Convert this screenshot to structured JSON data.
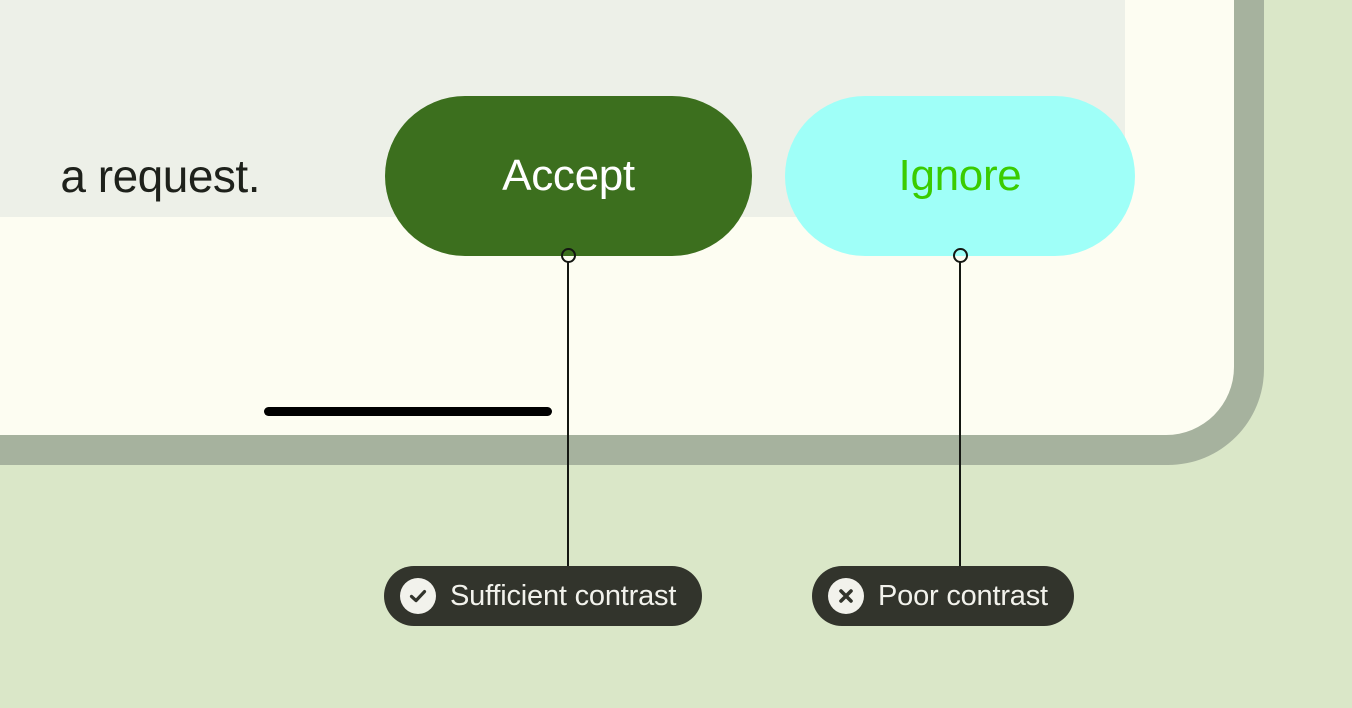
{
  "page": {
    "background_color": "#dae7c8",
    "frame_color": "#a6b29e",
    "screen_color": "#fdfdf2",
    "panel_color": "#edf0e8"
  },
  "screen": {
    "body_text": "a request.",
    "buttons": [
      {
        "label": "Accept",
        "background_color": "#3c6f1e",
        "text_color": "#ffffff",
        "contrast": "sufficient"
      },
      {
        "label": "Ignore",
        "background_color": "#9ffff8",
        "text_color": "#3acc00",
        "contrast": "poor"
      }
    ],
    "home_indicator": true
  },
  "annotations": [
    {
      "label": "Sufficient contrast",
      "icon": "check-circle-icon",
      "pill_color": "#32342c",
      "text_color": "#f2f2ec"
    },
    {
      "label": "Poor contrast",
      "icon": "x-circle-icon",
      "pill_color": "#32342c",
      "text_color": "#f2f2ec"
    }
  ]
}
